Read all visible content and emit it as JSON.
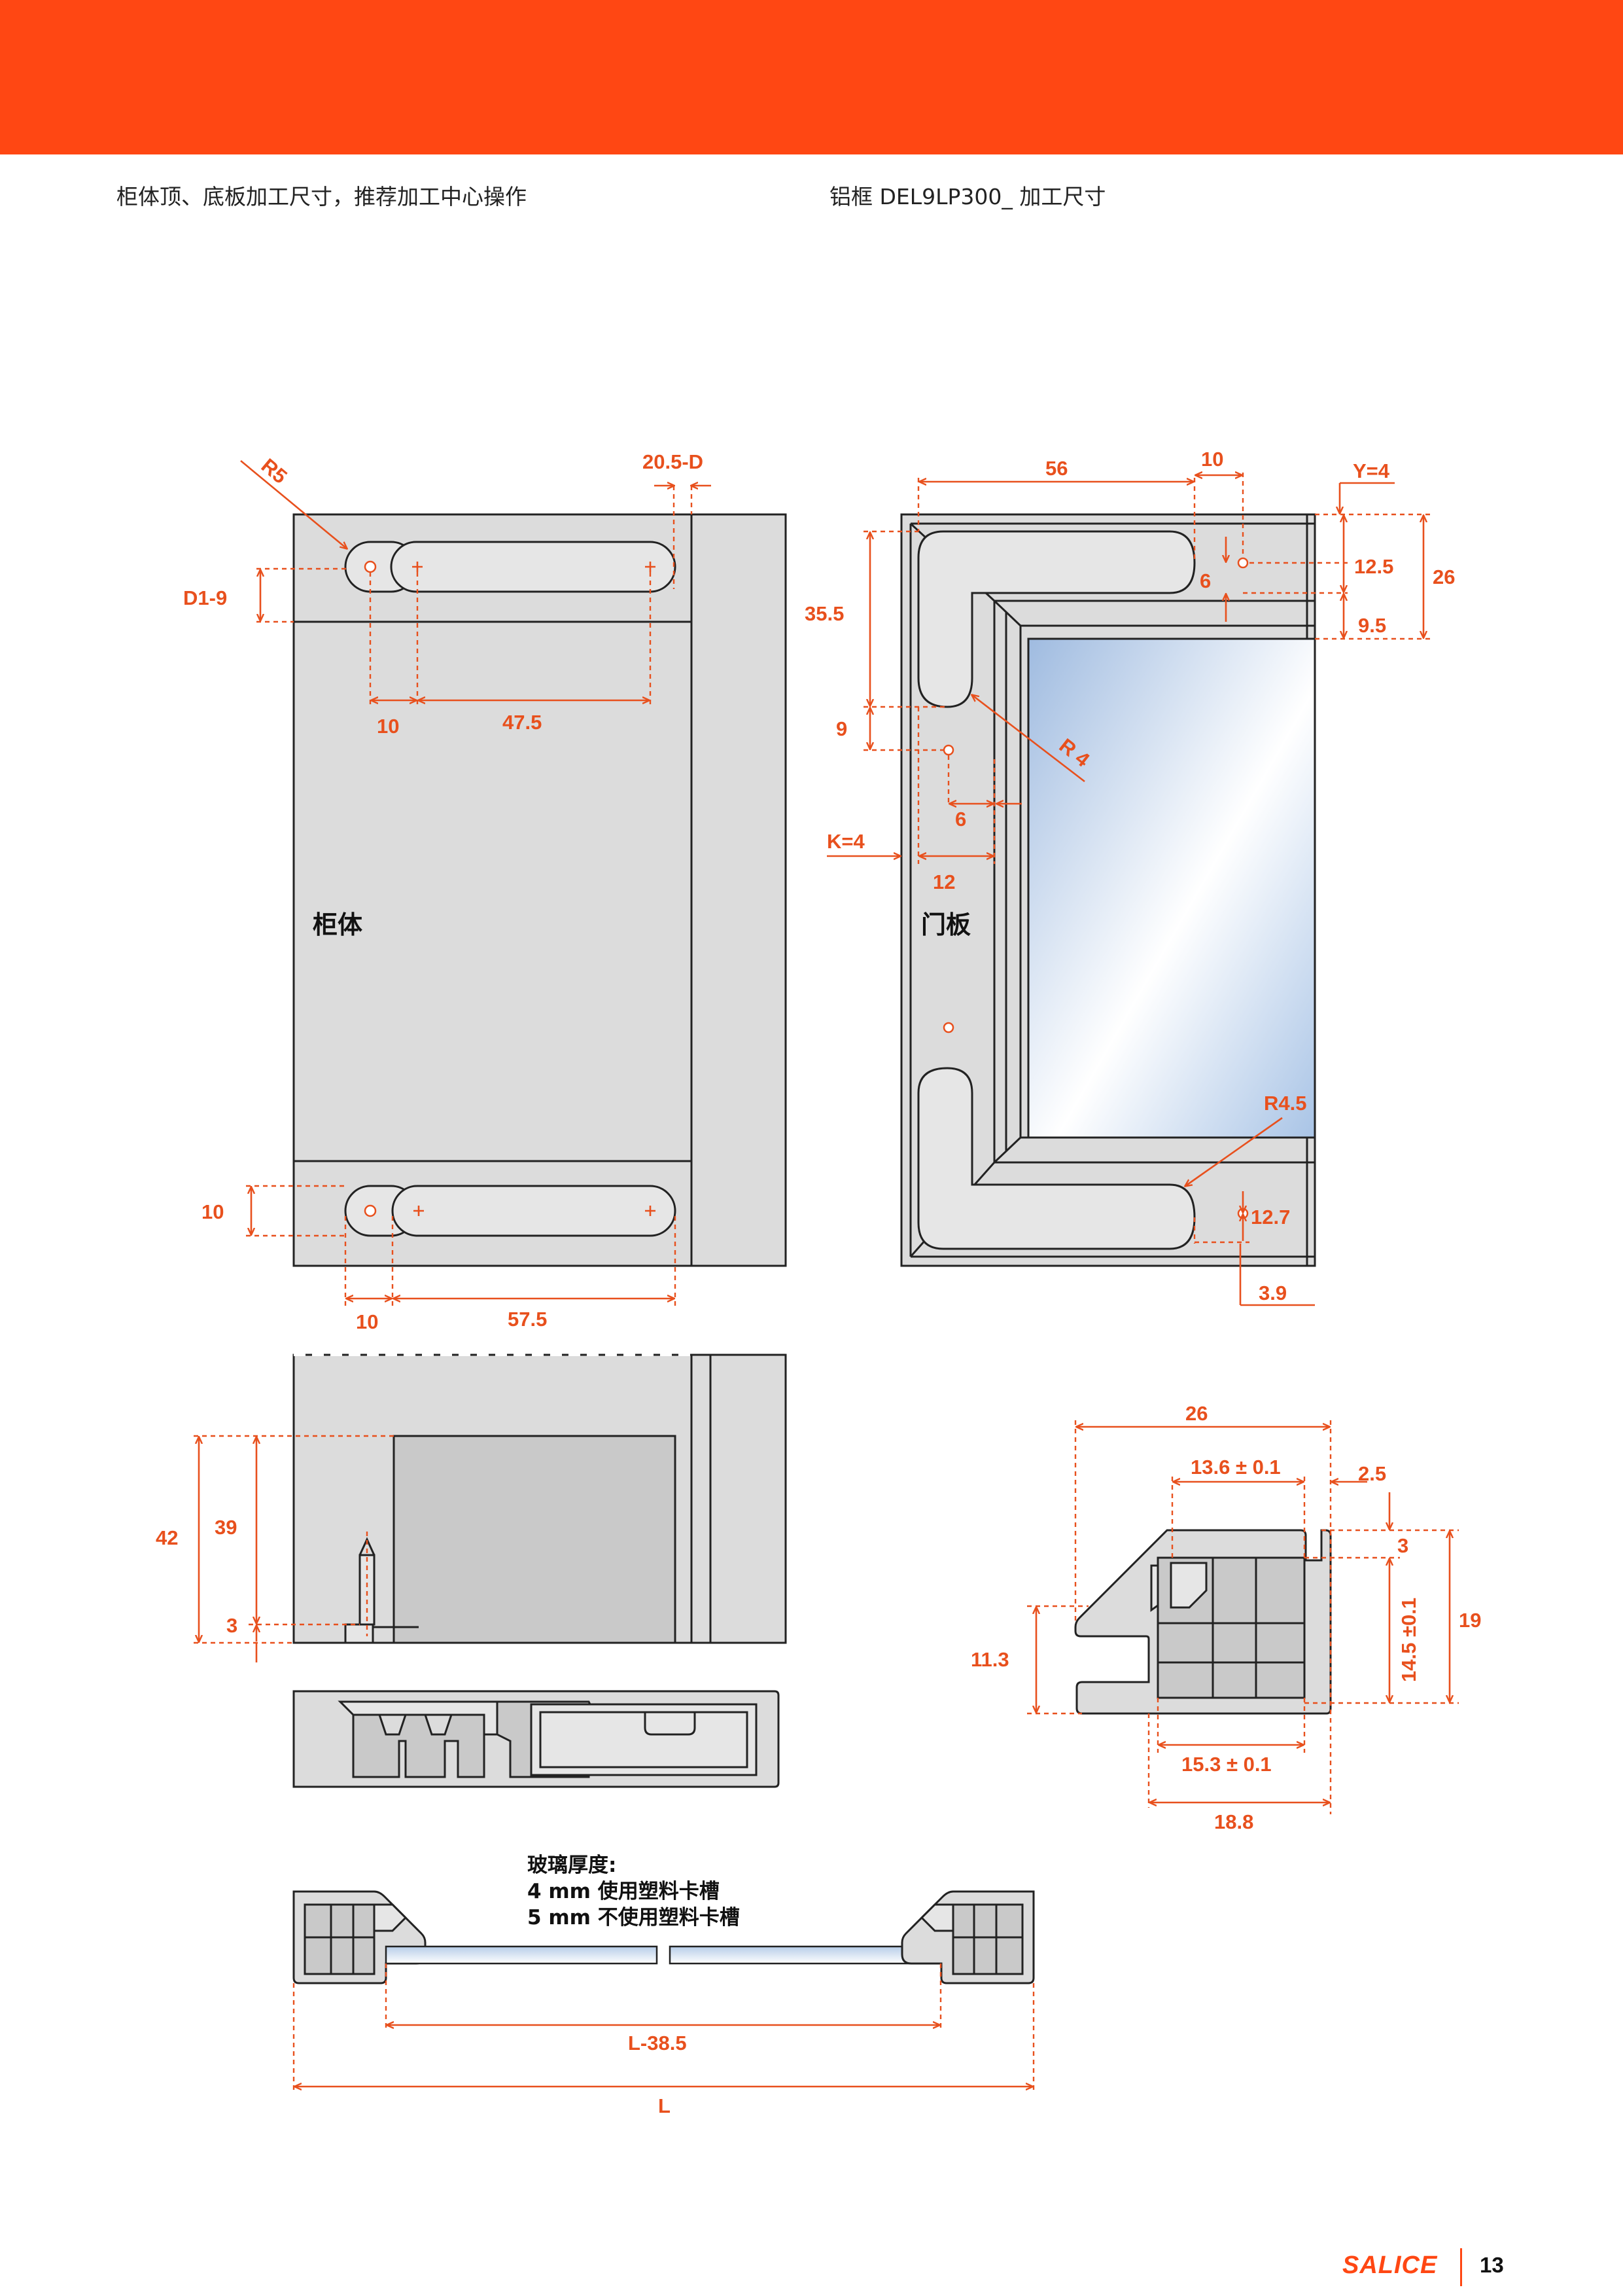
{
  "header": {
    "left_title": "柜体顶、底板加工尺寸，推荐加工中心操作",
    "right_title": "铝框 DEL9LP300_ 加工尺寸"
  },
  "labels": {
    "cabinet": "柜体",
    "door": "门板"
  },
  "cabinet_dims": {
    "r5": "R5",
    "d": "20.5-D",
    "d1": "D1-9",
    "top_a": "10",
    "top_b": "47.5",
    "left_10": "10",
    "bot_a": "10",
    "bot_b": "57.5",
    "h42": "42",
    "h39": "39",
    "h3": "3"
  },
  "door_dims": {
    "w56": "56",
    "w10": "10",
    "y4": "Y=4",
    "h12_5": "12.5",
    "h26": "26",
    "h9_5": "9.5",
    "s6a": "6",
    "h35_5": "35.5",
    "h9": "9",
    "r4": "R 4",
    "s6b": "6",
    "k4": "K=4",
    "w12": "12",
    "r4_5": "R4.5",
    "h12_7": "12.7",
    "h3_9": "3.9"
  },
  "profile_dims": {
    "w26": "26",
    "w13_6": "13.6 ± 0.1",
    "w2_5": "2.5",
    "h3": "3",
    "h14_5": "14.5 ±0.1",
    "h19": "19",
    "h11_3": "11.3",
    "w15_3": "15.3 ± 0.1",
    "w18_8": "18.8"
  },
  "glass_note": {
    "line1": "玻璃厚度:",
    "line2": "4 mm 使用塑料卡槽",
    "line3": "5 mm 不使用塑料卡槽",
    "dim_l385": "L-38.5",
    "dim_l": "L"
  },
  "footer": {
    "brand": "SALICE",
    "page": "13"
  },
  "colors": {
    "accent": "#ff4713",
    "dimension": "#e8501d"
  }
}
